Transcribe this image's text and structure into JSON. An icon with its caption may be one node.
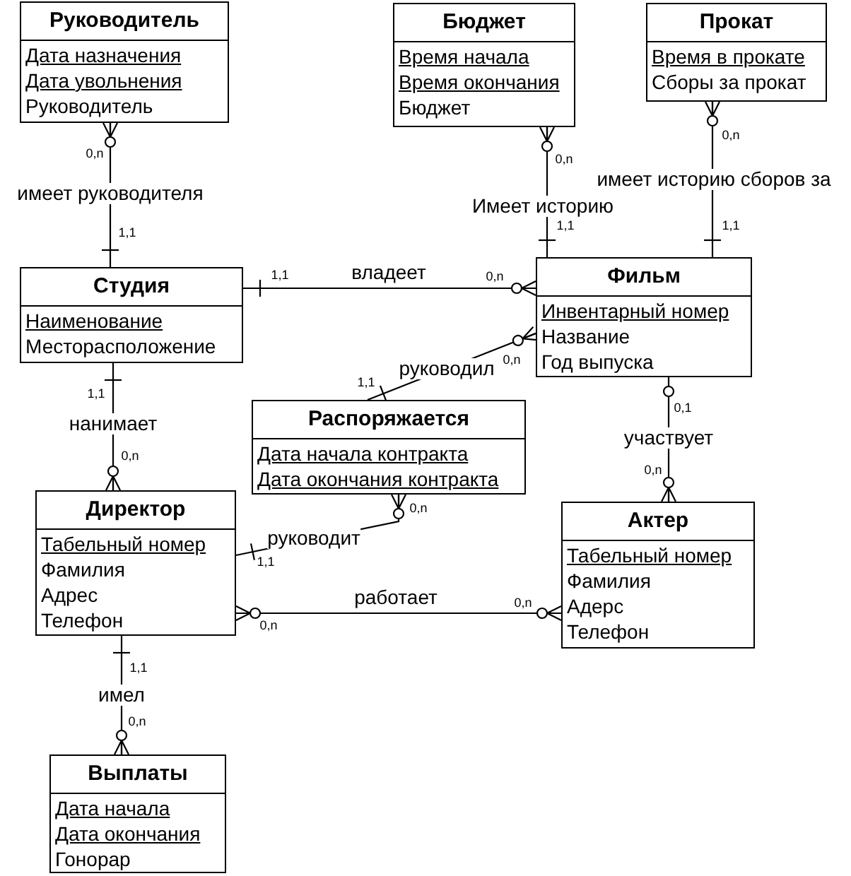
{
  "diagram": {
    "nodes": [
      {
        "text": [
          "Руководитель",
          "Дата назначения",
          "Дата увольнения",
          "Руководитель"
        ]
      },
      {
        "text": [
          "Бюджет",
          "Время начала",
          "Время окончания",
          "Бюджет"
        ]
      },
      {
        "text": [
          "Прокат",
          "Время в прокате",
          "Сборы за прокат"
        ]
      },
      {
        "text": [
          "Студия",
          "Наименование",
          "Месторасположение"
        ]
      },
      {
        "text": [
          "Фильм",
          "Инвентарный номер",
          "Название",
          "Год выпуска"
        ]
      },
      {
        "text": [
          "Распоряжается",
          "Дата начала контракта",
          "Дата окончания контракта"
        ]
      },
      {
        "text": [
          "Директор",
          "Табельный номер",
          "Фамилия",
          "Адрес",
          "Телефон"
        ]
      },
      {
        "text": [
          "Актер",
          "Табельный номер",
          "Фамилия",
          "Адерс",
          "Телефон"
        ]
      },
      {
        "text": [
          "Выплаты",
          "Дата начала",
          "Дата окончания",
          "Гонорар"
        ]
      }
    ],
    "edges": [
      {
        "from": 3,
        "to": 0,
        "arrow": "other",
        "label": "имеет руководителя"
      },
      {
        "from": 4,
        "to": 1,
        "arrow": "other",
        "label": "Имеет историю"
      },
      {
        "from": 4,
        "to": 2,
        "arrow": "other",
        "label": "имеет историю сборов за"
      },
      {
        "from": 3,
        "to": 4,
        "arrow": "other",
        "label": "владеет"
      },
      {
        "from": 5,
        "to": 4,
        "arrow": "other",
        "label": "руководил"
      },
      {
        "from": 4,
        "to": 7,
        "arrow": "other",
        "label": "участвует"
      },
      {
        "from": 3,
        "to": 6,
        "arrow": "other",
        "label": "нанимает"
      },
      {
        "from": 6,
        "to": 5,
        "arrow": "other",
        "label": "руководит"
      },
      {
        "from": 6,
        "to": 7,
        "arrow": "other",
        "label": "работает"
      },
      {
        "from": 6,
        "to": 8,
        "arrow": "other",
        "label": "имел"
      }
    ],
    "labels": [
      "0,n",
      "0,n",
      "0,n",
      "1,1",
      "1,1",
      "1,1",
      "1,1",
      "0,n",
      "0,n",
      "1,1",
      "1,1",
      "0,1",
      "0,n",
      "0,n",
      "0,n",
      "1,1",
      "0,n",
      "0,n",
      "1,1",
      "0,n"
    ]
  }
}
